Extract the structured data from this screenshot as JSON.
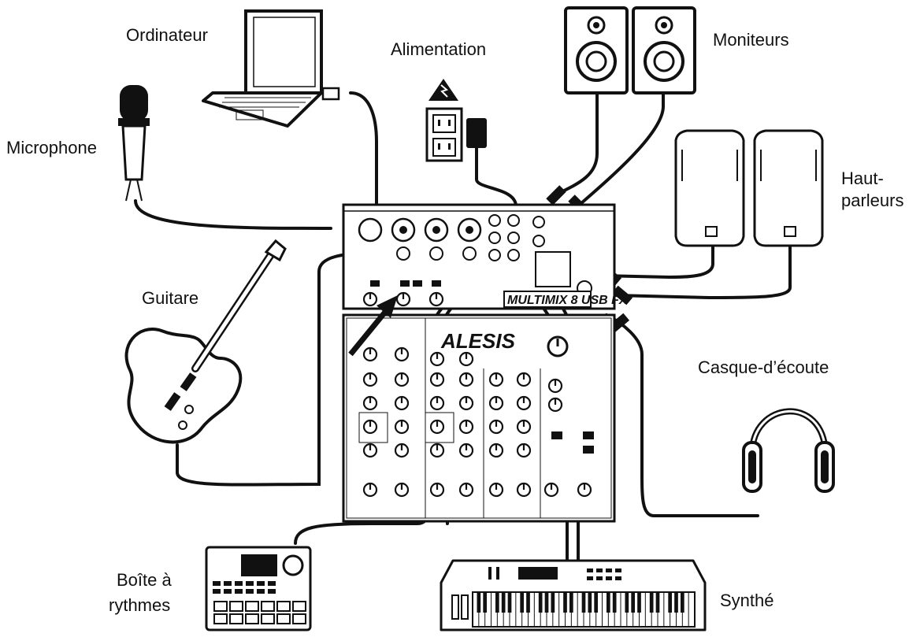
{
  "labels": {
    "computer": "Ordinateur",
    "power": "Alimentation",
    "monitors": "Moniteurs",
    "microphone": "Microphone",
    "speakers_line1": "Haut-",
    "speakers_line2": "parleurs",
    "guitar": "Guitare",
    "headphones": "Casque-d’écoute",
    "drum_machine_line1": "Boîte à",
    "drum_machine_line2": "rythmes",
    "synth": "Synthé"
  },
  "mixer": {
    "brand": "ALESIS",
    "model": "MULTIMIX 8 USB FX"
  },
  "colors": {
    "ink": "#111111",
    "paper": "#ffffff",
    "panel": "#f2f2f2"
  }
}
